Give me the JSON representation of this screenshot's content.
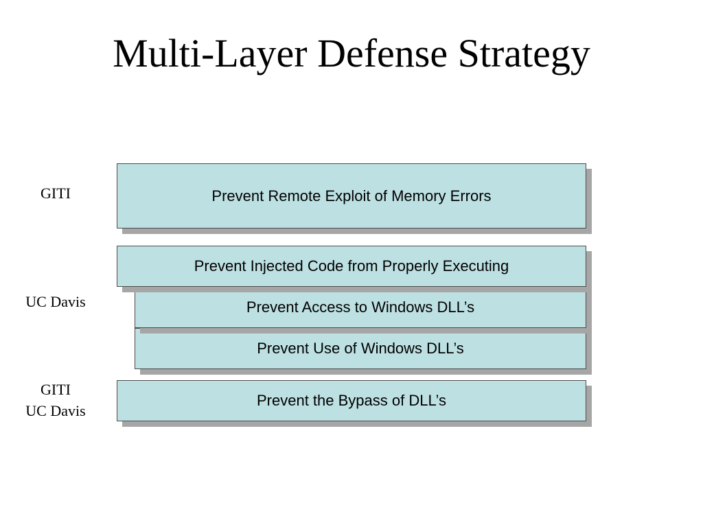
{
  "title": "Multi-Layer Defense Strategy",
  "labels": {
    "giti_top": "GITI",
    "uc_davis_mid": "UC Davis",
    "giti_bottom": "GITI",
    "uc_davis_bottom": "UC Davis"
  },
  "layers": [
    "Prevent Remote Exploit of Memory Errors",
    "Prevent Injected Code from Properly Executing",
    "Prevent Access to Windows DLL’s",
    "Prevent Use of Windows DLL’s",
    "Prevent the Bypass of DLL’s"
  ],
  "colors": {
    "box_fill": "#bde0e2",
    "box_border": "#4a4a4a",
    "shadow": "#a6a6a6"
  }
}
